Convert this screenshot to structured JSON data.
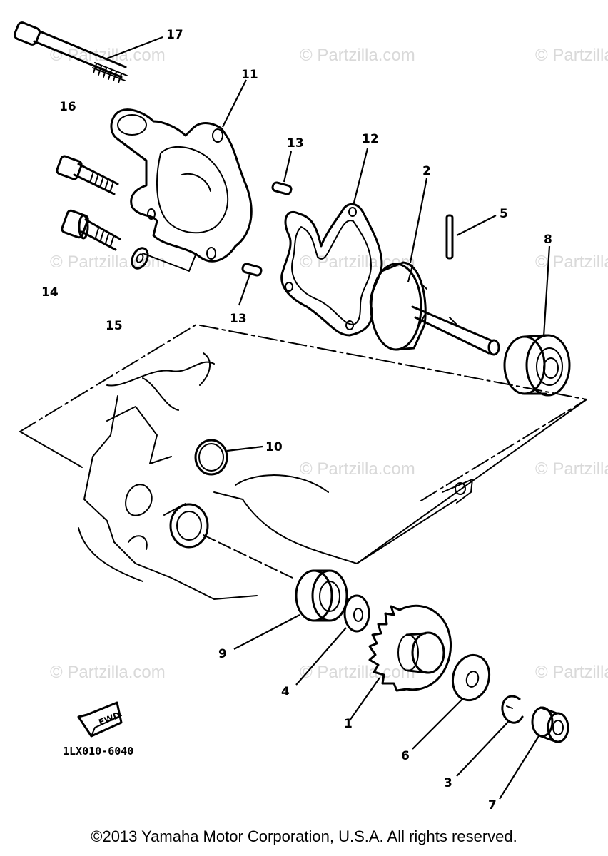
{
  "watermark": "© Partzilla.com",
  "diagram_code": "1LX010-6040",
  "fwd_label": "FWD",
  "copyright": "©2013 Yamaha Motor Corporation, U.S.A. All rights reserved.",
  "callouts": {
    "c1": "1",
    "c2": "2",
    "c3": "3",
    "c4": "4",
    "c5": "5",
    "c6": "6",
    "c7": "7",
    "c8": "8",
    "c9": "9",
    "c10": "10",
    "c11": "11",
    "c12": "12",
    "c13a": "13",
    "c13b": "13",
    "c14": "14",
    "c15": "15",
    "c16": "16",
    "c17": "17"
  }
}
